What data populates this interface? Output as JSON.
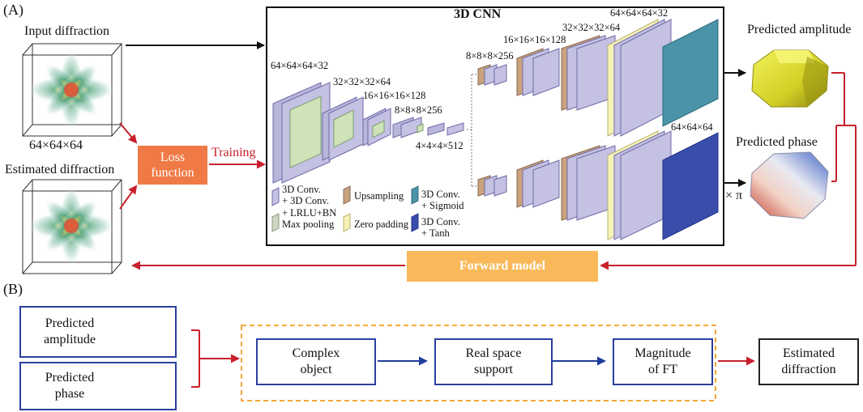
{
  "panel_a": {
    "tag": "(A)",
    "input_label": "Input diffraction",
    "input_dims": "64×64×64",
    "estimated_label": "Estimated diffraction",
    "loss_line1": "Loss",
    "loss_line2": "function",
    "training": "Training",
    "cnn_title": "3D CNN",
    "enc_dims": [
      "64×64×64×32",
      "32×32×32×64",
      "16×16×16×128",
      "8×8×8×256",
      "4×4×4×512"
    ],
    "dec_dims": [
      "8×8×8×256",
      "16×16×16×128",
      "32×32×32×64",
      "64×64×64×32"
    ],
    "phase_out_dims": "64×64×64",
    "predicted_amplitude": "Predicted amplitude",
    "predicted_phase": "Predicted phase",
    "times_pi": "× π",
    "forward_model": "Forward model",
    "legend": {
      "conv_lrlu": [
        "3D Conv.",
        "+ 3D Conv.",
        "+ LRLU+BN"
      ],
      "max_pooling": "Max pooling",
      "upsampling": "Upsampling",
      "zero_padding": "Zero padding",
      "conv_sigmoid": [
        "3D Conv.",
        "+ Sigmoid"
      ],
      "conv_tanh": [
        "3D Conv.",
        "+ Tanh"
      ]
    }
  },
  "panel_b": {
    "tag": "(B)",
    "pred_amp": [
      "Predicted",
      "amplitude"
    ],
    "pred_phase": [
      "Predicted",
      "phase"
    ],
    "complex_object": [
      "Complex",
      "object"
    ],
    "real_space_support": [
      "Real space",
      "support"
    ],
    "magnitude_ft": [
      "Magnitude",
      "of FT"
    ],
    "estimated_diffraction": [
      "Estimated",
      "diffraction"
    ]
  },
  "colors": {
    "red_arrow": "#c8202c",
    "blue_arrow": "#1f3d9c",
    "loss_box": "#f07a45",
    "forward_box": "#f9b95a",
    "dashed_border": "#f2a93b",
    "block_lavender": "#b9b6db",
    "block_green": "#cfe3b8",
    "block_brown": "#c9a27e",
    "block_yellow": "#f6f2b6",
    "block_teal": "#4a93a8",
    "block_blue": "#3a4dab",
    "amp_yellow": "#d4d42a"
  }
}
